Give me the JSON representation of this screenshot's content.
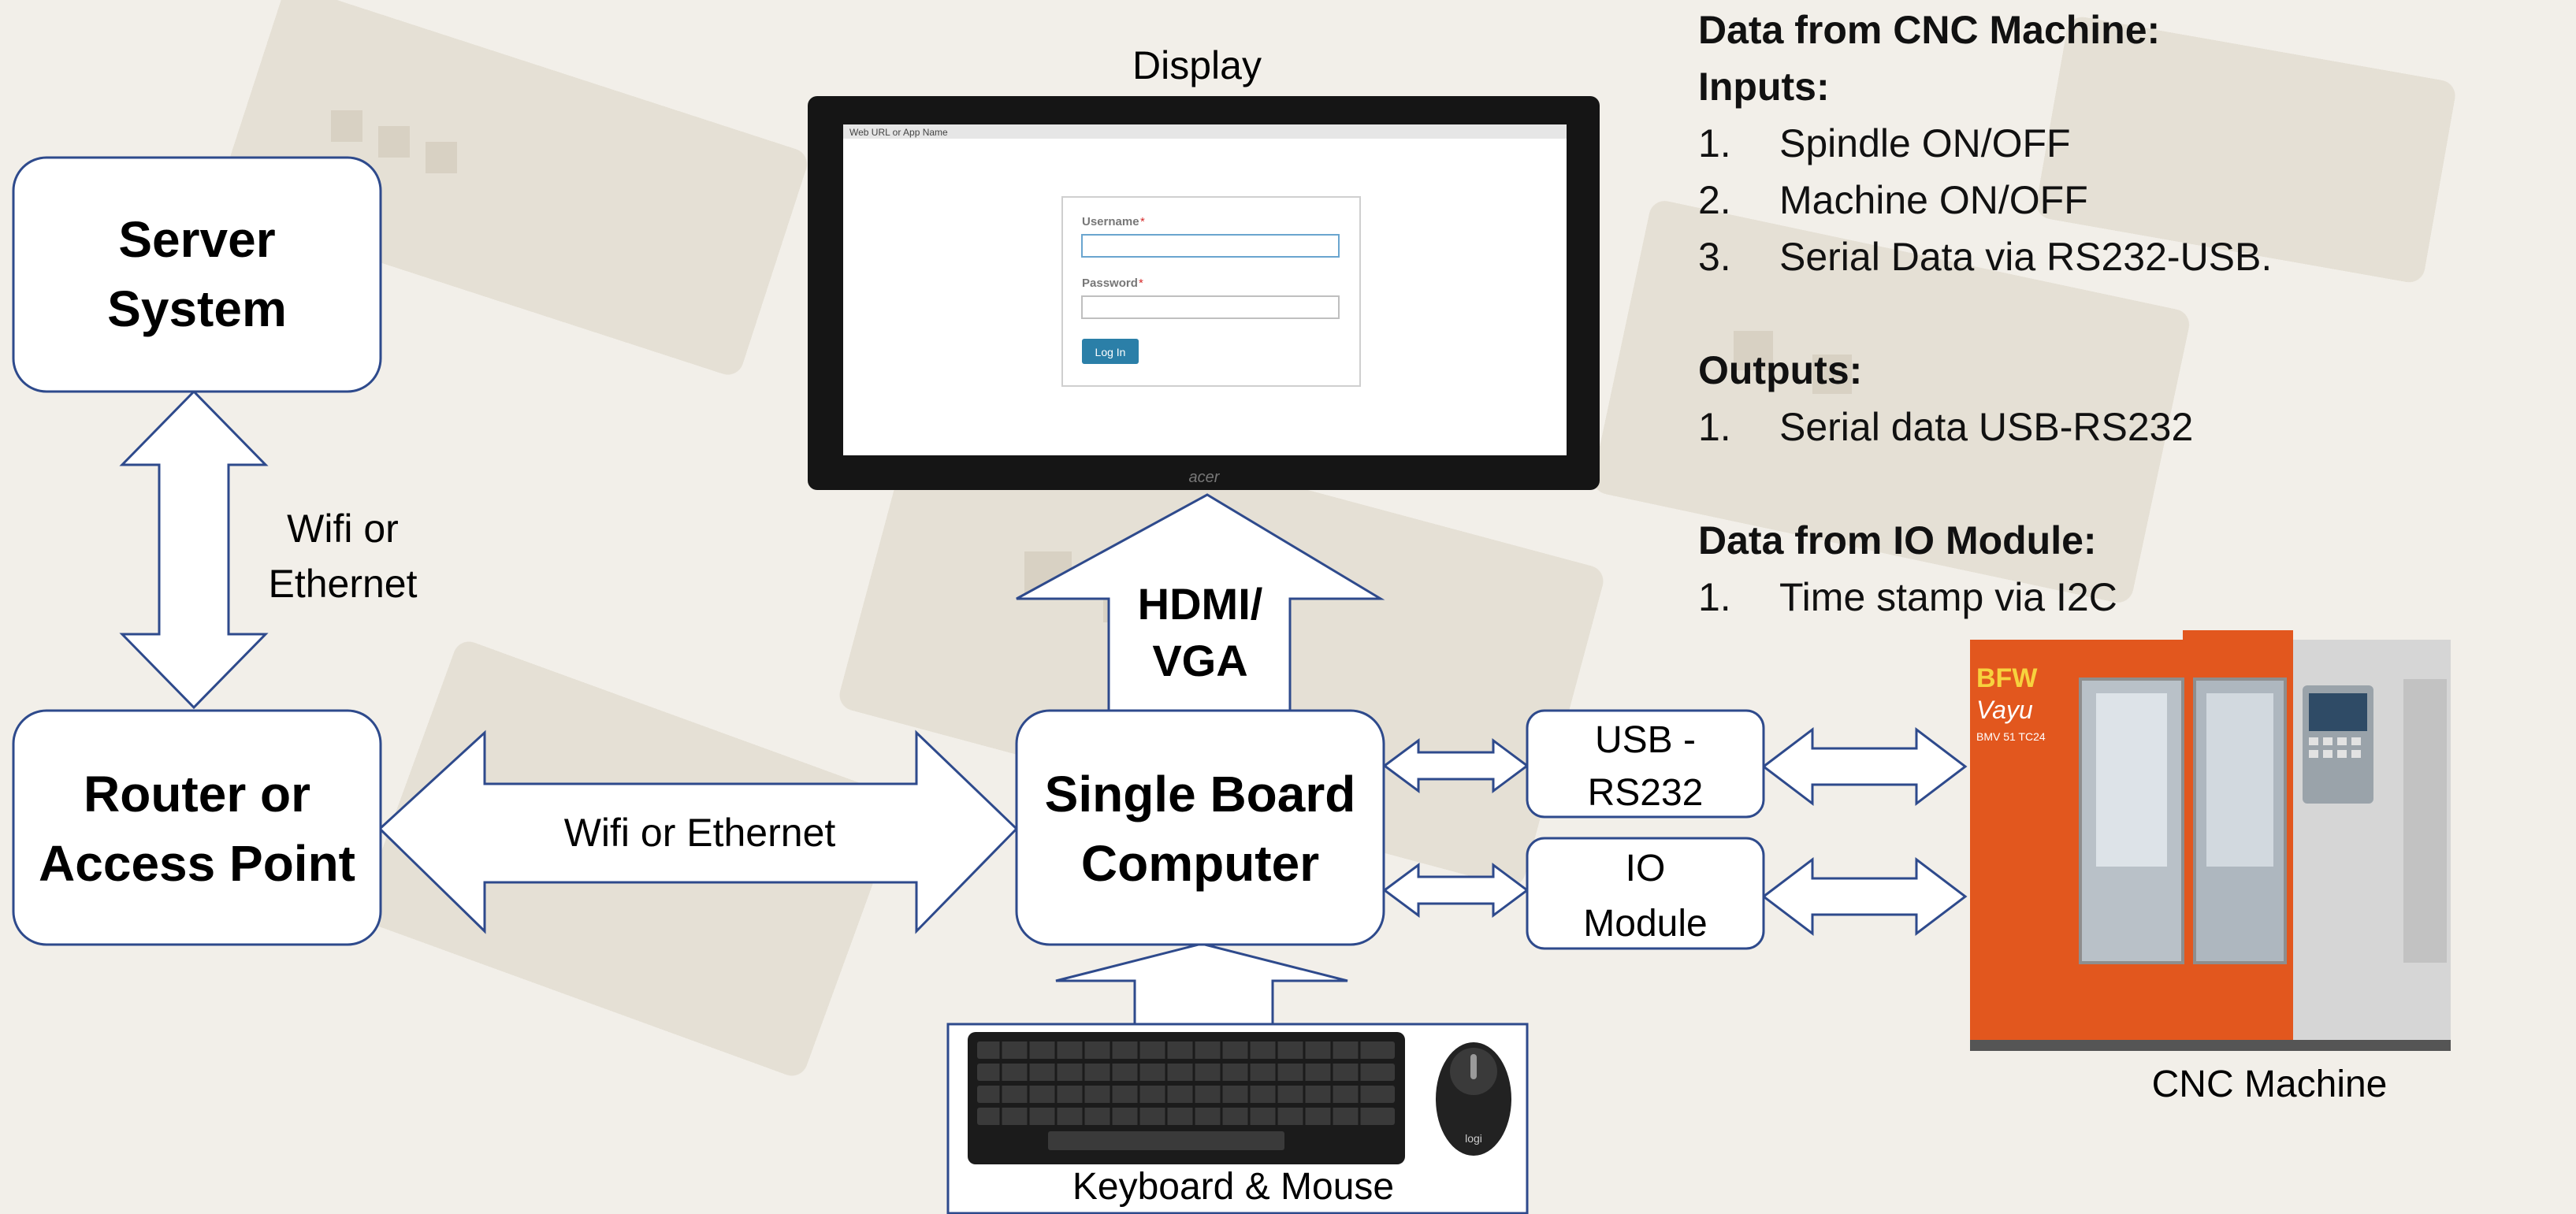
{
  "diagram": {
    "server_box": {
      "line1": "Server",
      "line2": "System"
    },
    "router_box": {
      "line1": "Router or",
      "line2": "Access Point"
    },
    "sbc_box": {
      "line1": "Single Board",
      "line2": "Computer"
    },
    "usb_box": {
      "line1": "USB -",
      "line2": "RS232"
    },
    "io_box": {
      "line1": "IO",
      "line2": "Module"
    },
    "wifi_vertical_label": {
      "line1": "Wifi or",
      "line2": "Ethernet"
    },
    "wifi_horizontal_label": "Wifi or Ethernet",
    "hdmi_label": {
      "line1": "HDMI/",
      "line2": "VGA"
    },
    "display_label": "Display",
    "keyboard_label": "Keyboard & Mouse",
    "cnc_label": "CNC Machine"
  },
  "screen": {
    "url_bar": "Web URL or App Name",
    "username_label": "Username",
    "password_label": "Password",
    "login_button": "Log In",
    "brand": "acer"
  },
  "machine": {
    "brand": "BFW",
    "model": "Vayu",
    "sub": "BMV 51 TC24"
  },
  "mouse_brand": "logi",
  "info": {
    "title": "Data from CNC Machine:",
    "inputs_title": "Inputs:",
    "inputs": [
      {
        "num": "1.",
        "text": "Spindle ON/OFF"
      },
      {
        "num": "2.",
        "text": "Machine ON/OFF"
      },
      {
        "num": "3.",
        "text": "Serial Data via RS232-USB."
      }
    ],
    "outputs_title": "Outputs:",
    "outputs": [
      {
        "num": "1.",
        "text": "Serial data USB-RS232"
      }
    ],
    "io_title": "Data from IO Module:",
    "io_items": [
      {
        "num": "1.",
        "text": "Time stamp via I2C"
      }
    ]
  },
  "colors": {
    "box_stroke": "#2e4a8c",
    "machine_orange": "#e2571e",
    "machine_grey": "#c9c9c9",
    "login_button": "#2b7fa8",
    "required_star": "#d62b2b"
  }
}
